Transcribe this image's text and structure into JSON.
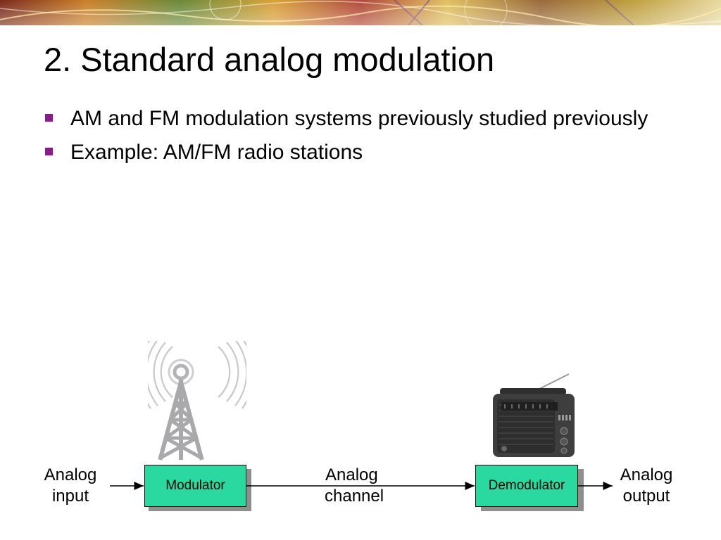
{
  "slide": {
    "title": "2. Standard analog modulation",
    "bullets": [
      {
        "text": "AM and FM modulation systems previously studied previously"
      },
      {
        "text": "Example: AM/FM radio stations"
      }
    ]
  },
  "diagram": {
    "input_label_1": "Analog",
    "input_label_2": "input",
    "modulator_label": "Modulator",
    "channel_label_1": "Analog",
    "channel_label_2": "channel",
    "demodulator_label": "Demodulator",
    "output_label_1": "Analog",
    "output_label_2": "output"
  },
  "icons": {
    "bullet": "square-bullet-icon",
    "transmitter": "radio-tower-icon",
    "receiver": "radio-receiver-icon"
  },
  "colors": {
    "bullet": "#8B1A8B",
    "block_fill": "#29D9A0",
    "block_shadow": "#8F8F8F",
    "tower": "#A9A9AC",
    "radio_body": "#3E3E3E"
  }
}
